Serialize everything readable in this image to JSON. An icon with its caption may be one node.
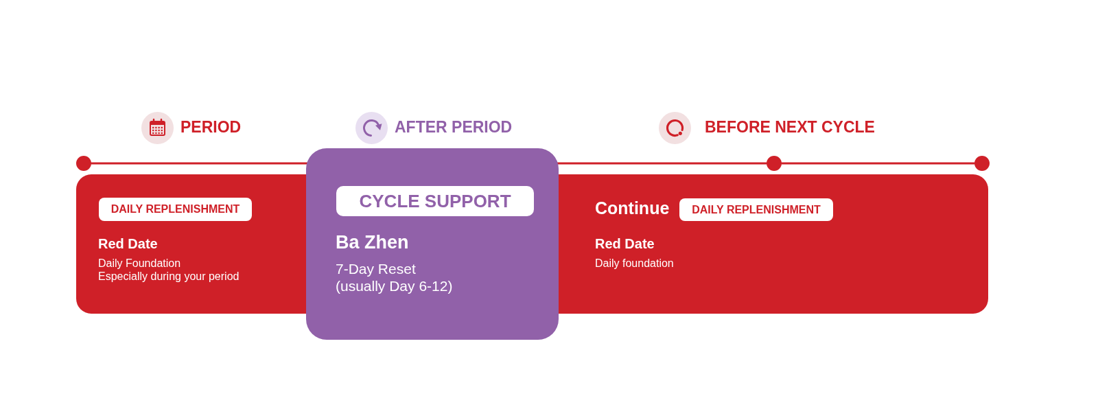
{
  "diagram": {
    "nodes": [
      {
        "text": [],
        "shape": "circle"
      },
      {
        "text": [],
        "shape": "circle"
      },
      {
        "text": [],
        "shape": "circle"
      },
      {
        "text": [
          "Red Date",
          "Daily Foundation",
          "Especially during your period"
        ]
      },
      {
        "text": [
          "DAILY REPLENISHMENT"
        ],
        "in": 3
      },
      {
        "text": [
          "Ba Zhen",
          "7-Day Reset",
          "(usually Day 6-12)"
        ]
      },
      {
        "text": [
          "CYCLE SUPPORT"
        ],
        "in": 5
      },
      {
        "text": [
          "Continue",
          "Red Date",
          "Daily foundation"
        ]
      },
      {
        "text": [
          "DAILY REPLENISHMENT"
        ],
        "in": 7
      }
    ],
    "edges": [
      {
        "from": 0,
        "to": 1,
        "arrow": "none"
      },
      {
        "from": 1,
        "to": 2,
        "arrow": "none"
      }
    ],
    "labels": [
      "PERIOD",
      "AFTER PERIOD",
      "BEFORE NEXT CYCLE"
    ]
  }
}
